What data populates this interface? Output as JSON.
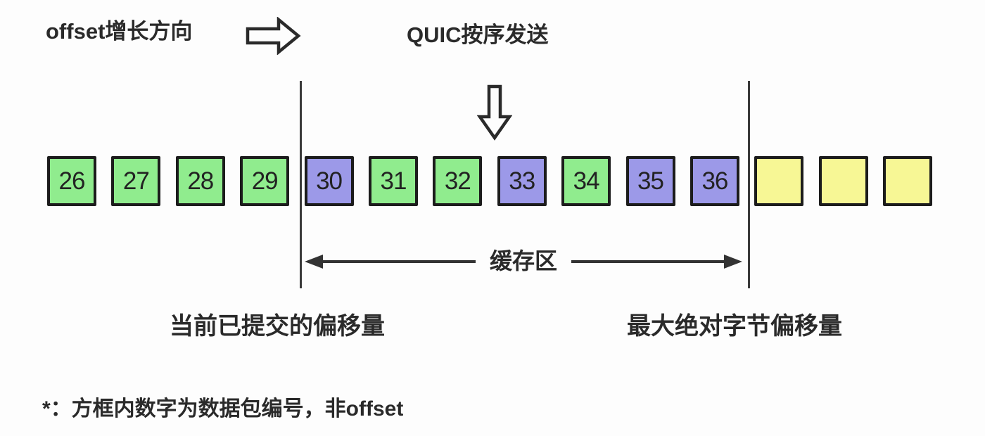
{
  "labels": {
    "offset_direction": "offset增长方向",
    "quic_order": "QUIC按序发送",
    "buffer_zone": "缓存区",
    "committed_offset": "当前已提交的偏移量",
    "max_offset": "最大绝对字节偏移量",
    "footnote": "*：方框内数字为数据包编号，非offset"
  },
  "colors": {
    "green": "#90EC8E",
    "purple": "#9C99E8",
    "yellow": "#F7F795",
    "box_border": "#1c1c1c",
    "line": "#3a3a3a",
    "text": "#2a2a2a"
  },
  "boxes": [
    {
      "label": "26",
      "color": "green"
    },
    {
      "label": "27",
      "color": "green"
    },
    {
      "label": "28",
      "color": "green"
    },
    {
      "label": "29",
      "color": "green"
    },
    {
      "label": "30",
      "color": "purple"
    },
    {
      "label": "31",
      "color": "green"
    },
    {
      "label": "32",
      "color": "green"
    },
    {
      "label": "33",
      "color": "purple"
    },
    {
      "label": "34",
      "color": "green"
    },
    {
      "label": "35",
      "color": "purple"
    },
    {
      "label": "36",
      "color": "purple"
    },
    {
      "label": "",
      "color": "yellow"
    },
    {
      "label": "",
      "color": "yellow"
    },
    {
      "label": "",
      "color": "yellow"
    }
  ]
}
